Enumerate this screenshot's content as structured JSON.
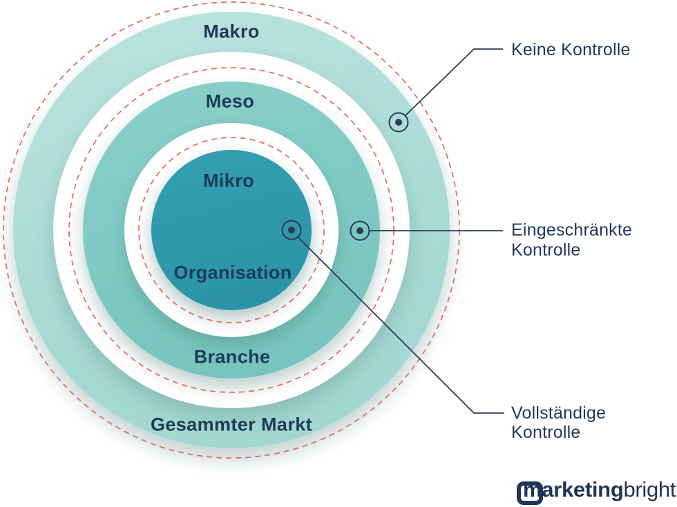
{
  "canvas": {
    "background": "#ffffff"
  },
  "rings": {
    "outer": {
      "label_top": "Makro",
      "label_bottom": "Gesammter Markt",
      "color": "#a9dad4"
    },
    "middle": {
      "label_top": "Meso",
      "label_bottom": "Branche",
      "color": "#7cc8c1"
    },
    "inner": {
      "label_top": "Mikro",
      "label_bottom": "Organisation",
      "color": "#2e98aa"
    }
  },
  "guide": {
    "dash_color": "#dc7260"
  },
  "colors": {
    "label_navy": "#1d3b57",
    "line_navy": "#2b3a55"
  },
  "annotations": {
    "no_control": {
      "text": "Keine Kontrolle"
    },
    "limited_control": {
      "line1": "Eingeschränkte",
      "line2": "Kontrolle"
    },
    "full_control": {
      "line1": "Vollständige",
      "line2": "Kontrolle"
    }
  },
  "logo": {
    "text_bold": "marketing",
    "text_light": "bright"
  }
}
